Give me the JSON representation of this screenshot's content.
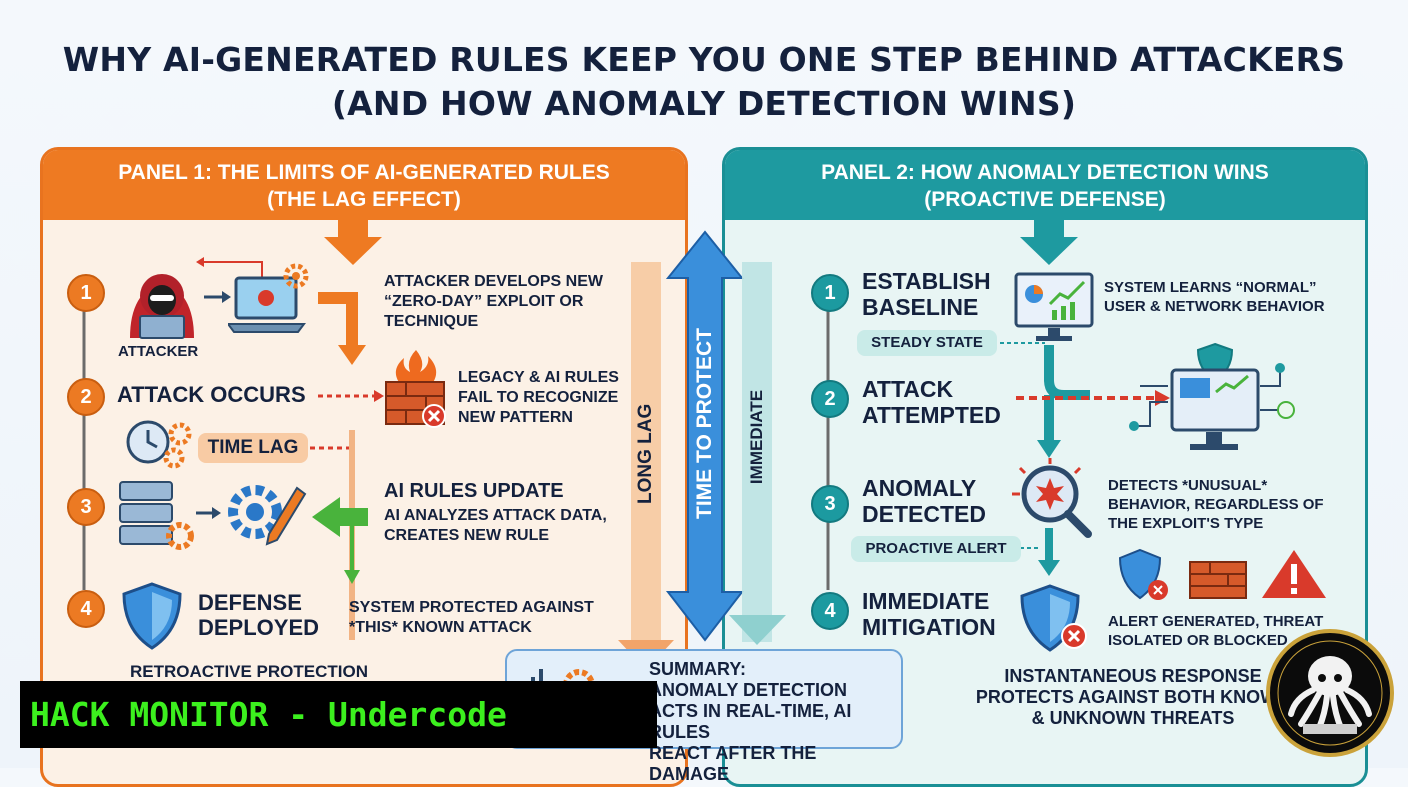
{
  "title": {
    "line1": "WHY AI-GENERATED RULES KEEP YOU ONE STEP BEHIND ATTACKERS",
    "line2": "(AND HOW ANOMALY DETECTION WINS)"
  },
  "panel1": {
    "header_line1": "PANEL 1: THE LIMITS OF AI-GENERATED RULES",
    "header_line2": "(THE LAG EFFECT)",
    "steps": [
      {
        "num": "1",
        "caption": "ATTACKER",
        "desc": [
          "ATTACKER DEVELOPS NEW",
          "“ZERO-DAY” EXPLOIT OR",
          "TECHNIQUE"
        ]
      },
      {
        "num": "2",
        "label": "ATTACK OCCURS",
        "desc": [
          "LEGACY & AI RULES",
          "FAIL TO RECOGNIZE",
          "NEW PATTERN"
        ]
      },
      {
        "num": "3",
        "label": "AI RULES UPDATE",
        "desc": [
          "AI ANALYZES ATTACK DATA,",
          "CREATES NEW RULE"
        ]
      },
      {
        "num": "4",
        "label": [
          "DEFENSE",
          "DEPLOYED"
        ],
        "desc": [
          "SYSTEM PROTECTED AGAINST",
          "*THIS* KNOWN ATTACK"
        ]
      }
    ],
    "time_lag": "TIME LAG",
    "long_lag": "LONG LAG",
    "footer": "RETROACTIVE PROTECTION"
  },
  "middle": {
    "time_to_protect": "TIME TO PROTECT",
    "immediate": "IMMEDIATE"
  },
  "panel2": {
    "header_line1": "PANEL 2: HOW ANOMALY DETECTION WINS",
    "header_line2": "(PROACTIVE DEFENSE)",
    "steps": [
      {
        "num": "1",
        "label": [
          "ESTABLISH",
          "BASELINE"
        ],
        "desc": [
          "SYSTEM LEARNS “NORMAL”",
          "USER & NETWORK BEHAVIOR"
        ],
        "tag": "STEADY STATE"
      },
      {
        "num": "2",
        "label": [
          "ATTACK",
          "ATTEMPTED"
        ]
      },
      {
        "num": "3",
        "label": [
          "ANOMALY",
          "DETECTED"
        ],
        "desc": [
          "DETECTS *UNUSUAL*",
          "BEHAVIOR, REGARDLESS OF",
          "THE EXPLOIT'S TYPE"
        ],
        "tag": "PROACTIVE ALERT"
      },
      {
        "num": "4",
        "label": [
          "IMMEDIATE",
          "MITIGATION"
        ],
        "desc": [
          "ALERT GENERATED, THREAT",
          "ISOLATED OR BLOCKED"
        ]
      }
    ],
    "footer_line1": "INSTANTANEOUS RESPONSE",
    "footer_line2": "PROTECTS AGAINST BOTH KNOWN",
    "footer_line3": "& UNKNOWN THREATS"
  },
  "summary": {
    "heading": "SUMMARY:",
    "line1": "ANOMALY DETECTION",
    "line2": "ACTS IN REAL-TIME, AI RULES",
    "line3": "REACT AFTER THE DAMAGE"
  },
  "banner": "HACK MONITOR - Undercode",
  "colors": {
    "orange": "#ee7a22",
    "teal": "#1e9aa0",
    "blue": "#3a8fdb",
    "red": "#d93a2b",
    "green": "#49b33c"
  }
}
